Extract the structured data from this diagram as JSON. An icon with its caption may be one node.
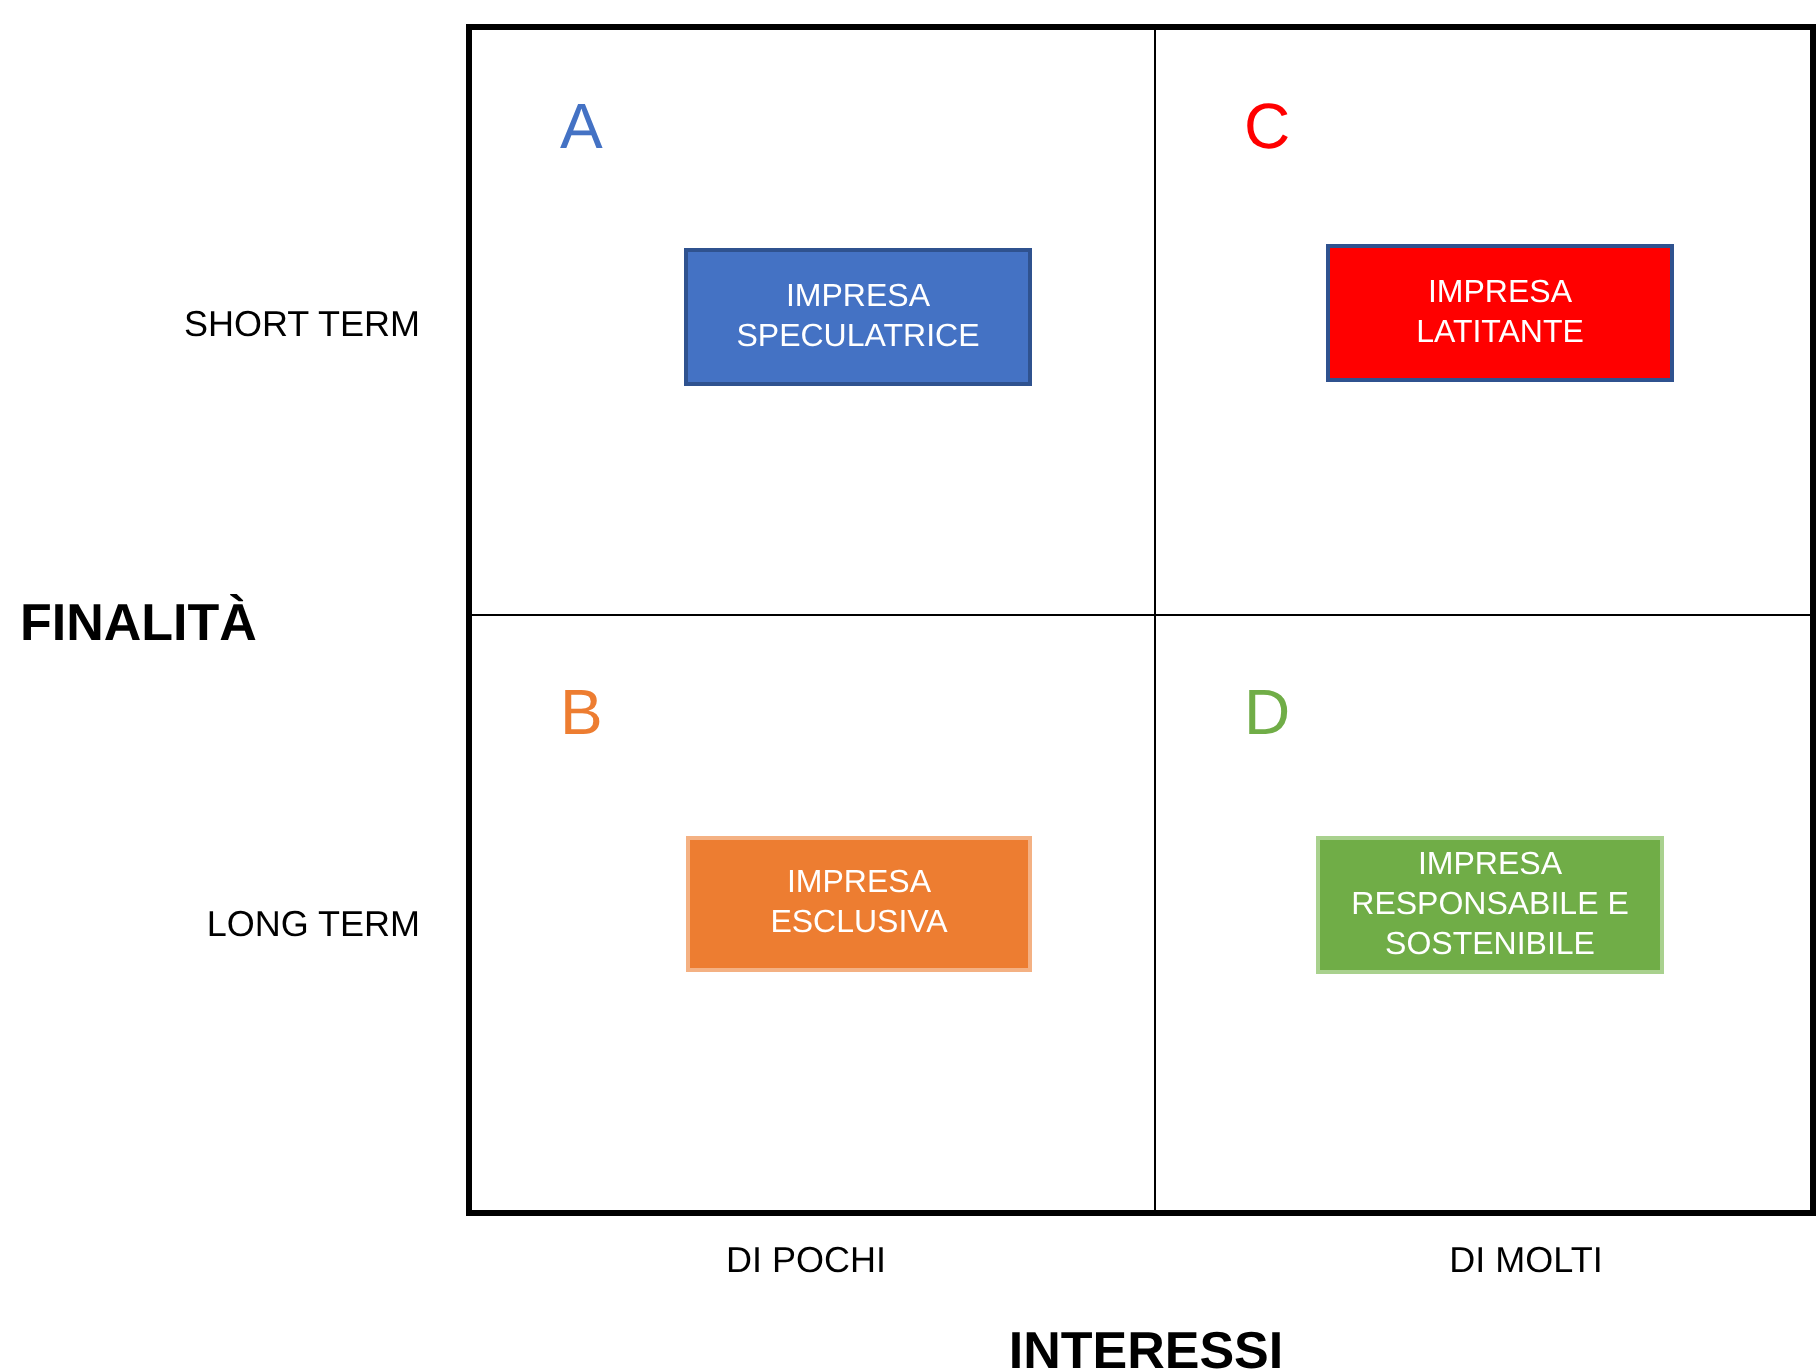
{
  "diagram": {
    "nodes": [
      {
        "text": [
          "A"
        ]
      },
      {
        "text": [
          "IMPRESA SPECULATRICE"
        ],
        "in": 0
      },
      {
        "text": [
          "C"
        ]
      },
      {
        "text": [
          "IMPRESA LATITANTE"
        ],
        "in": 2
      },
      {
        "text": [
          "B"
        ]
      },
      {
        "text": [
          "IMPRESA ESCLUSIVA"
        ],
        "in": 4
      },
      {
        "text": [
          "D"
        ]
      },
      {
        "text": [
          "IMPRESA RESPONSABILE E SOSTENIBILE"
        ],
        "in": 6
      }
    ],
    "edges": [],
    "labels": [
      "SHORT TERM",
      "FINALITÀ",
      "LONG TERM",
      "DI POCHI",
      "DI MOLTI",
      "INTERESSI"
    ]
  }
}
